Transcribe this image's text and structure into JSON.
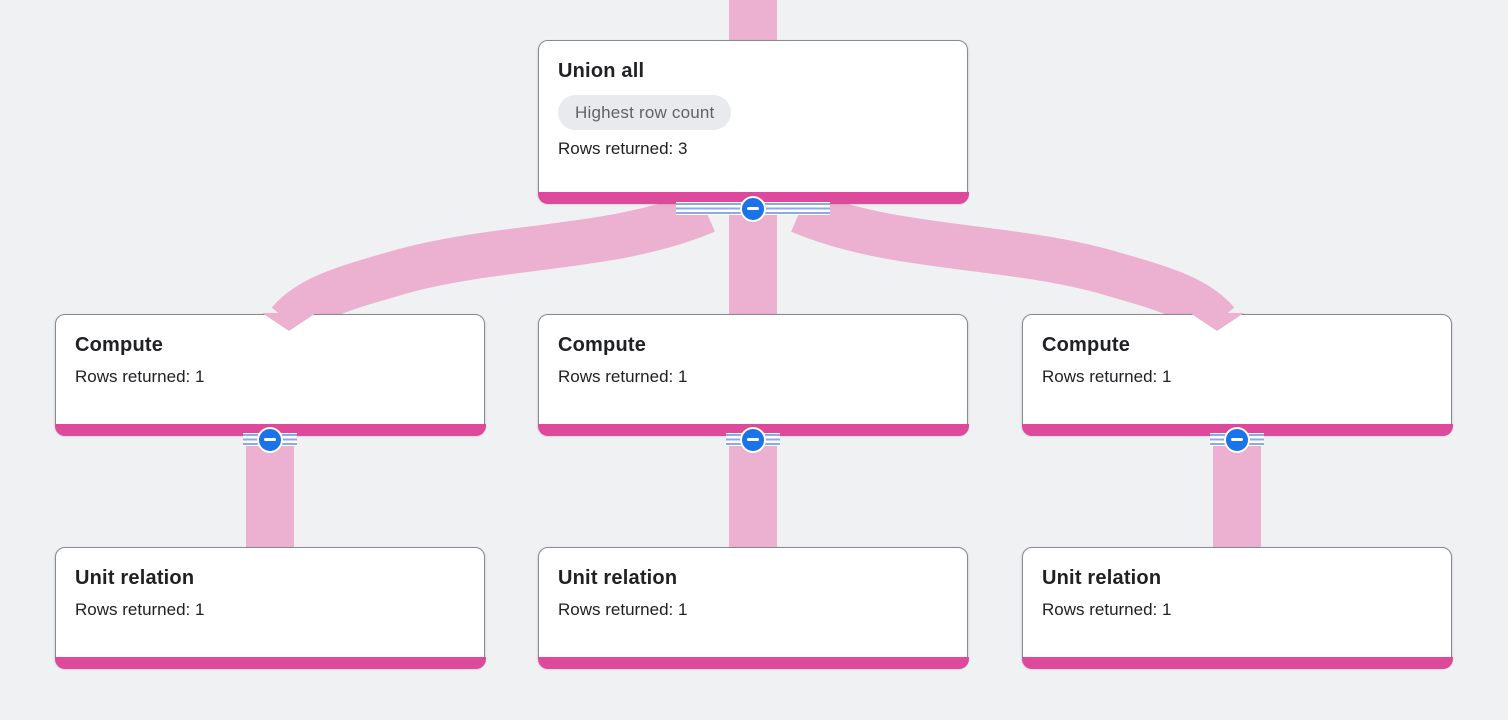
{
  "graph": {
    "nodes": {
      "union": {
        "title": "Union all",
        "badge": "Highest row count",
        "rows": "Rows returned: 3"
      },
      "compute_1": {
        "title": "Compute",
        "rows": "Rows returned: 1"
      },
      "compute_2": {
        "title": "Compute",
        "rows": "Rows returned: 1"
      },
      "compute_3": {
        "title": "Compute",
        "rows": "Rows returned: 1"
      },
      "unit_1": {
        "title": "Unit relation",
        "rows": "Rows returned: 1"
      },
      "unit_2": {
        "title": "Unit relation",
        "rows": "Rows returned: 1"
      },
      "unit_3": {
        "title": "Unit relation",
        "rows": "Rows returned: 1"
      }
    },
    "edges": [
      {
        "from": "offscreen-parent",
        "to": "union"
      },
      {
        "from": "union",
        "to": "compute_1"
      },
      {
        "from": "union",
        "to": "compute_2"
      },
      {
        "from": "union",
        "to": "compute_3"
      },
      {
        "from": "compute_1",
        "to": "unit_1"
      },
      {
        "from": "compute_2",
        "to": "unit_2"
      },
      {
        "from": "compute_3",
        "to": "unit_3"
      }
    ],
    "collapse_buttons": [
      {
        "node": "union",
        "state": "expanded",
        "icon": "minus-in-circle"
      },
      {
        "node": "compute_1",
        "state": "expanded",
        "icon": "minus-in-circle"
      },
      {
        "node": "compute_2",
        "state": "expanded",
        "icon": "minus-in-circle"
      },
      {
        "node": "compute_3",
        "state": "expanded",
        "icon": "minus-in-circle"
      }
    ]
  },
  "colors": {
    "background": "#f0f1f3",
    "edge_pink": "#ecb0d0",
    "bar_magenta": "#dd4a9c",
    "collapse_blue": "#1a73e8",
    "stripe_blue": "#8ea8e8",
    "badge_bg": "#e8eaed",
    "badge_text": "#5f6368",
    "node_border": "#878b8f",
    "text": "#202124"
  }
}
